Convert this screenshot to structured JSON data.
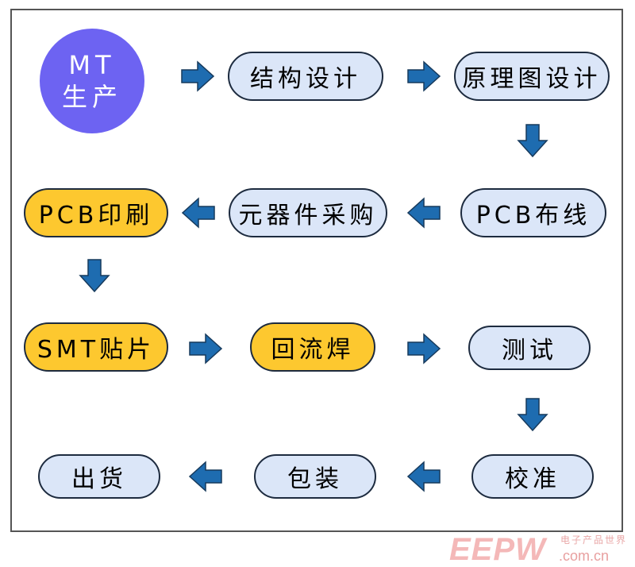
{
  "start": {
    "line1": "MT",
    "line2": "生产"
  },
  "steps": [
    "结构设计",
    "原理图设计",
    "PCB布线",
    "元器件采购",
    "PCB印刷",
    "SMT贴片",
    "回流焊",
    "测试",
    "校准",
    "包装",
    "出货"
  ],
  "colors": {
    "start": "#6d63f2",
    "node_blue": "#dbe6f8",
    "node_yellow": "#fdc82f",
    "arrow": "#1e6cb0",
    "arrow_stroke": "#173a5c"
  },
  "watermark": {
    "logo": "EEPW",
    "domain": ".com.cn",
    "tagline": "电子产品世界"
  }
}
